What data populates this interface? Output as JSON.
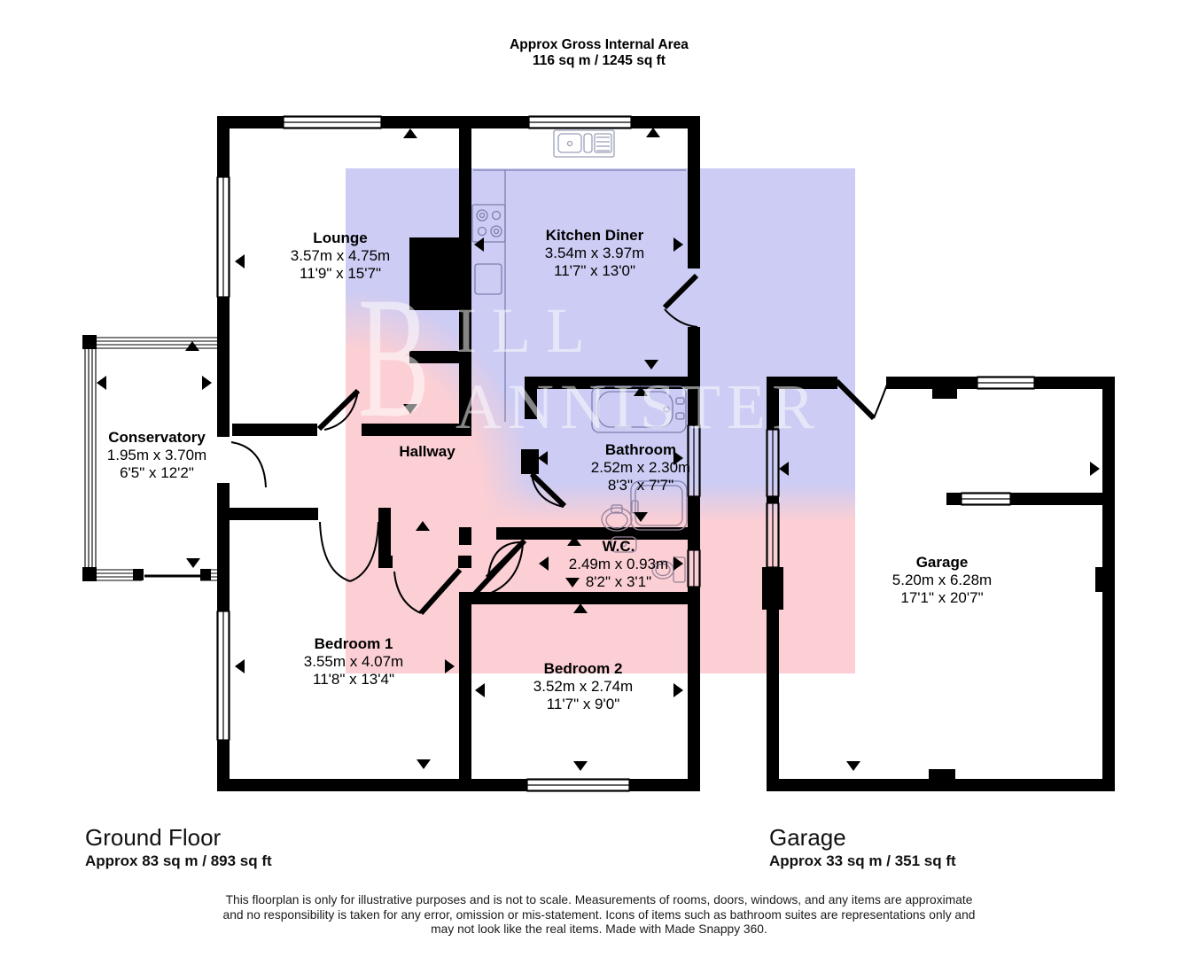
{
  "title": {
    "line1": "Approx Gross Internal Area",
    "line2": "116 sq m / 1245 sq ft"
  },
  "rooms": [
    {
      "name": "Lounge",
      "metric": "3.57m x 4.75m",
      "imperial": "11'9\" x 15'7\""
    },
    {
      "name": "Kitchen Diner",
      "metric": "3.54m x 3.97m",
      "imperial": "11'7\" x 13'0\""
    },
    {
      "name": "Conservatory",
      "metric": "1.95m x 3.70m",
      "imperial": "6'5\" x 12'2\""
    },
    {
      "name": "Hallway",
      "metric": "",
      "imperial": ""
    },
    {
      "name": "Bathroom",
      "metric": "2.52m x 2.30m",
      "imperial": "8'3\" x 7'7\""
    },
    {
      "name": "W.C.",
      "metric": "2.49m x 0.93m",
      "imperial": "8'2\" x 3'1\""
    },
    {
      "name": "Bedroom 1",
      "metric": "3.55m x 4.07m",
      "imperial": "11'8\" x 13'4\""
    },
    {
      "name": "Bedroom 2",
      "metric": "3.52m x 2.74m",
      "imperial": "11'7\" x 9'0\""
    },
    {
      "name": "Garage",
      "metric": "5.20m x 6.28m",
      "imperial": "17'1\" x 20'7\""
    }
  ],
  "floors": {
    "ground": {
      "label": "Ground Floor",
      "area": "Approx 83 sq m / 893 sq ft"
    },
    "garage": {
      "label": "Garage",
      "area": "Approx 33 sq m / 351 sq ft"
    }
  },
  "watermark": {
    "initial": "B",
    "top": "ILL",
    "bottom": "ANNISTER"
  },
  "disclaimer": {
    "line1": "This floorplan is only for illustrative purposes and is not to scale. Measurements of rooms, doors, windows, and any items are approximate",
    "line2": "and no responsibility is taken for any error, omission or mis-statement. Icons of items such as bathroom suites are representations only and",
    "line3": "may not look like the real items. Made with Made Snappy 360."
  },
  "colors": {
    "wall": "#000000",
    "overlay_blue": "#ccccf4",
    "overlay_pink": "#fbcfd4",
    "fixture_line": "#9aa0b8"
  }
}
